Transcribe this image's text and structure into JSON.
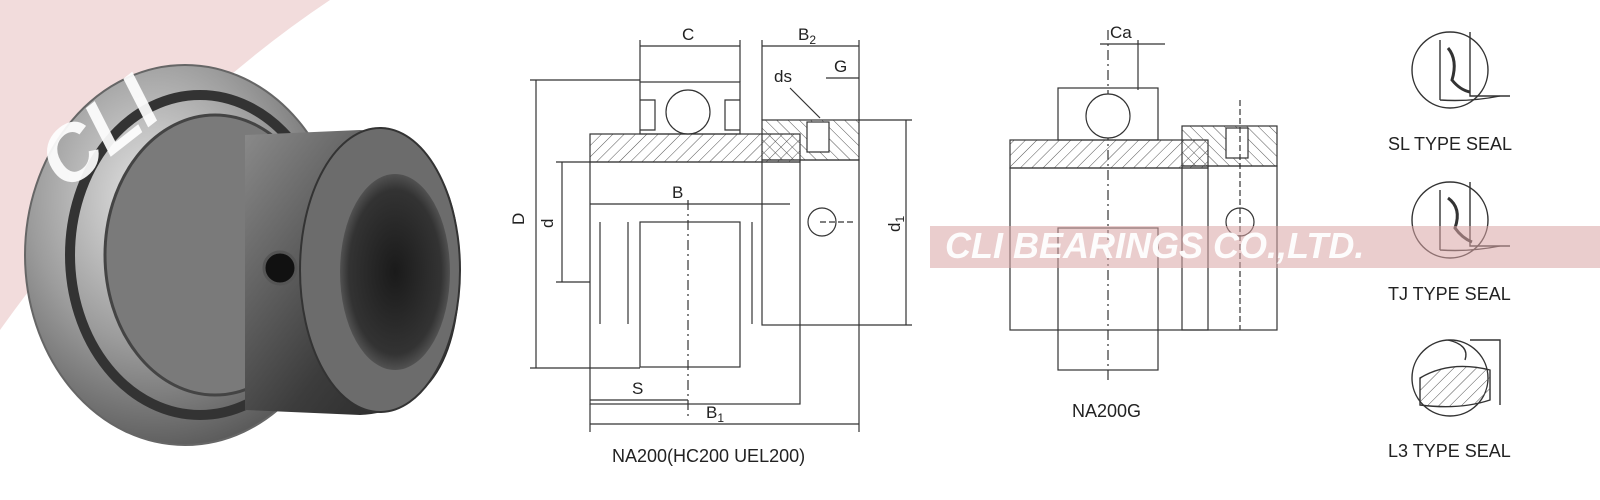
{
  "brand": {
    "logo_text": "CLI",
    "watermark": "CLI BEARINGS CO.,LTD."
  },
  "colors": {
    "watermark": "#d9a4a4",
    "logo": "#f1dede",
    "line": "#333333"
  },
  "main_drawing": {
    "caption": "NA200(HC200 UEL200)",
    "dims": {
      "C": "C",
      "B2": "B2",
      "ds": "ds",
      "G": "G",
      "D": "D",
      "d": "d",
      "B": "B",
      "d1": "d1",
      "S": "S",
      "B1": "B1"
    }
  },
  "second_drawing": {
    "caption": "NA200G",
    "dims": {
      "Ca": "Ca"
    }
  },
  "seals": [
    {
      "label": "SL TYPE SEAL",
      "icon": "sl-seal-icon"
    },
    {
      "label": "TJ TYPE SEAL",
      "icon": "tj-seal-icon"
    },
    {
      "label": "L3 TYPE SEAL",
      "icon": "l3-seal-icon"
    }
  ]
}
